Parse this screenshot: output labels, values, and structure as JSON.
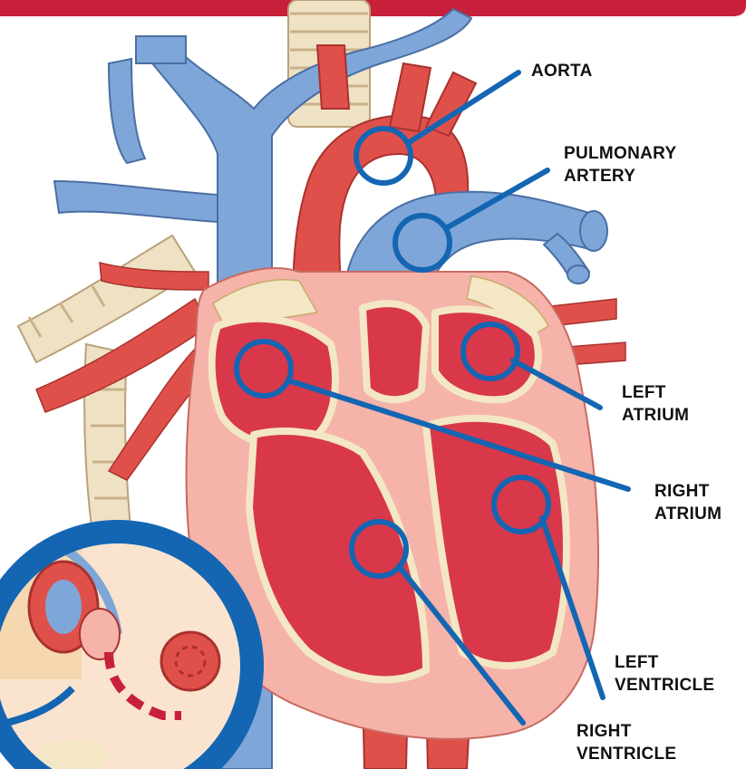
{
  "colors": {
    "banner": "#c8203a",
    "pointer": "#1466b3",
    "vein_blue": "#7fa6d8",
    "artery_red": "#e0504a",
    "chamber_red": "#d8384a",
    "heart_wall": "#f5b3aa",
    "fat_yellow": "#f3e7c5",
    "inset_ring": "#1466b3"
  },
  "labels": {
    "aorta": "AORTA",
    "pulmonary_artery_1": "PULMONARY",
    "pulmonary_artery_2": "ARTERY",
    "left_atrium_1": "LEFT",
    "left_atrium_2": "ATRIUM",
    "right_atrium_1": "RIGHT",
    "right_atrium_2": "ATRIUM",
    "left_ventricle_1": "LEFT",
    "left_ventricle_2": "VENTRICLE",
    "right_ventricle_1": "RIGHT",
    "right_ventricle_2": "VENTRICLE"
  }
}
